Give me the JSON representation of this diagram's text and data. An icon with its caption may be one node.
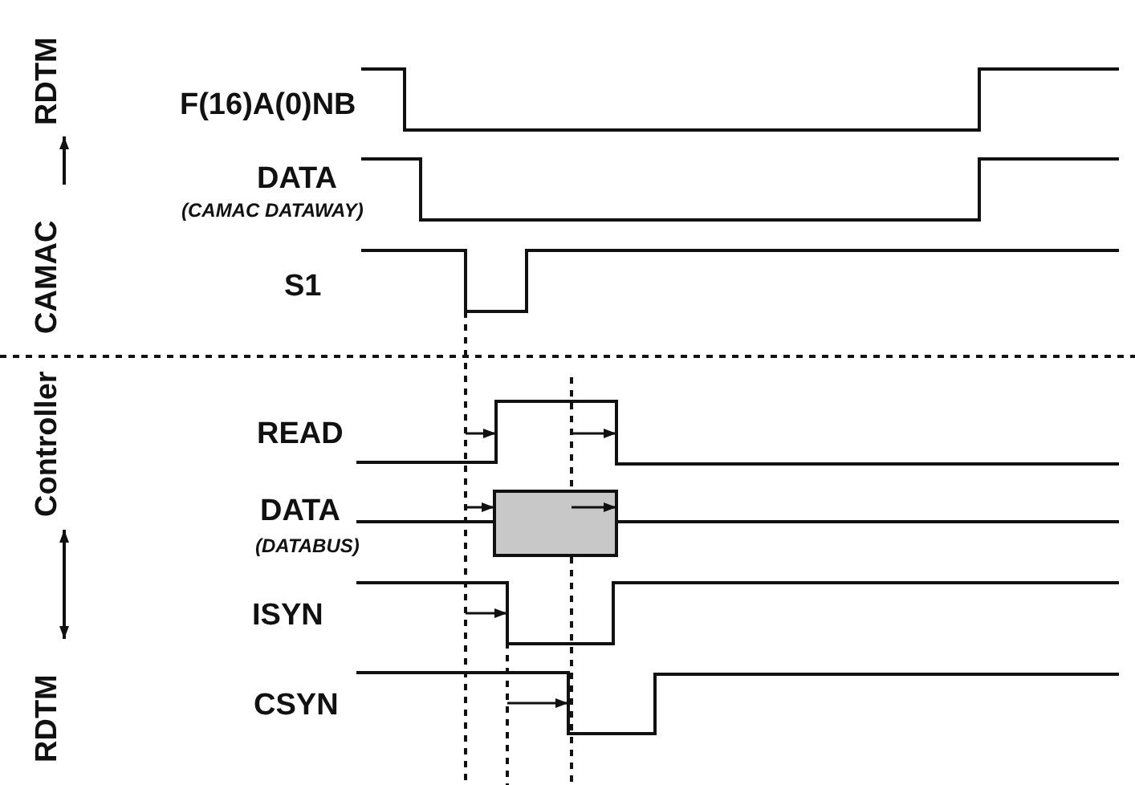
{
  "diagram": {
    "labels": [
      "CAMAC",
      "RDTM",
      "F(16)A(0)NB",
      "DATA",
      "(CAMAC DATAWAY)",
      "S1",
      "RDTM",
      "Controller",
      "READ",
      "DATA",
      "(DATABUS)",
      "ISYN",
      "CSYN"
    ]
  }
}
